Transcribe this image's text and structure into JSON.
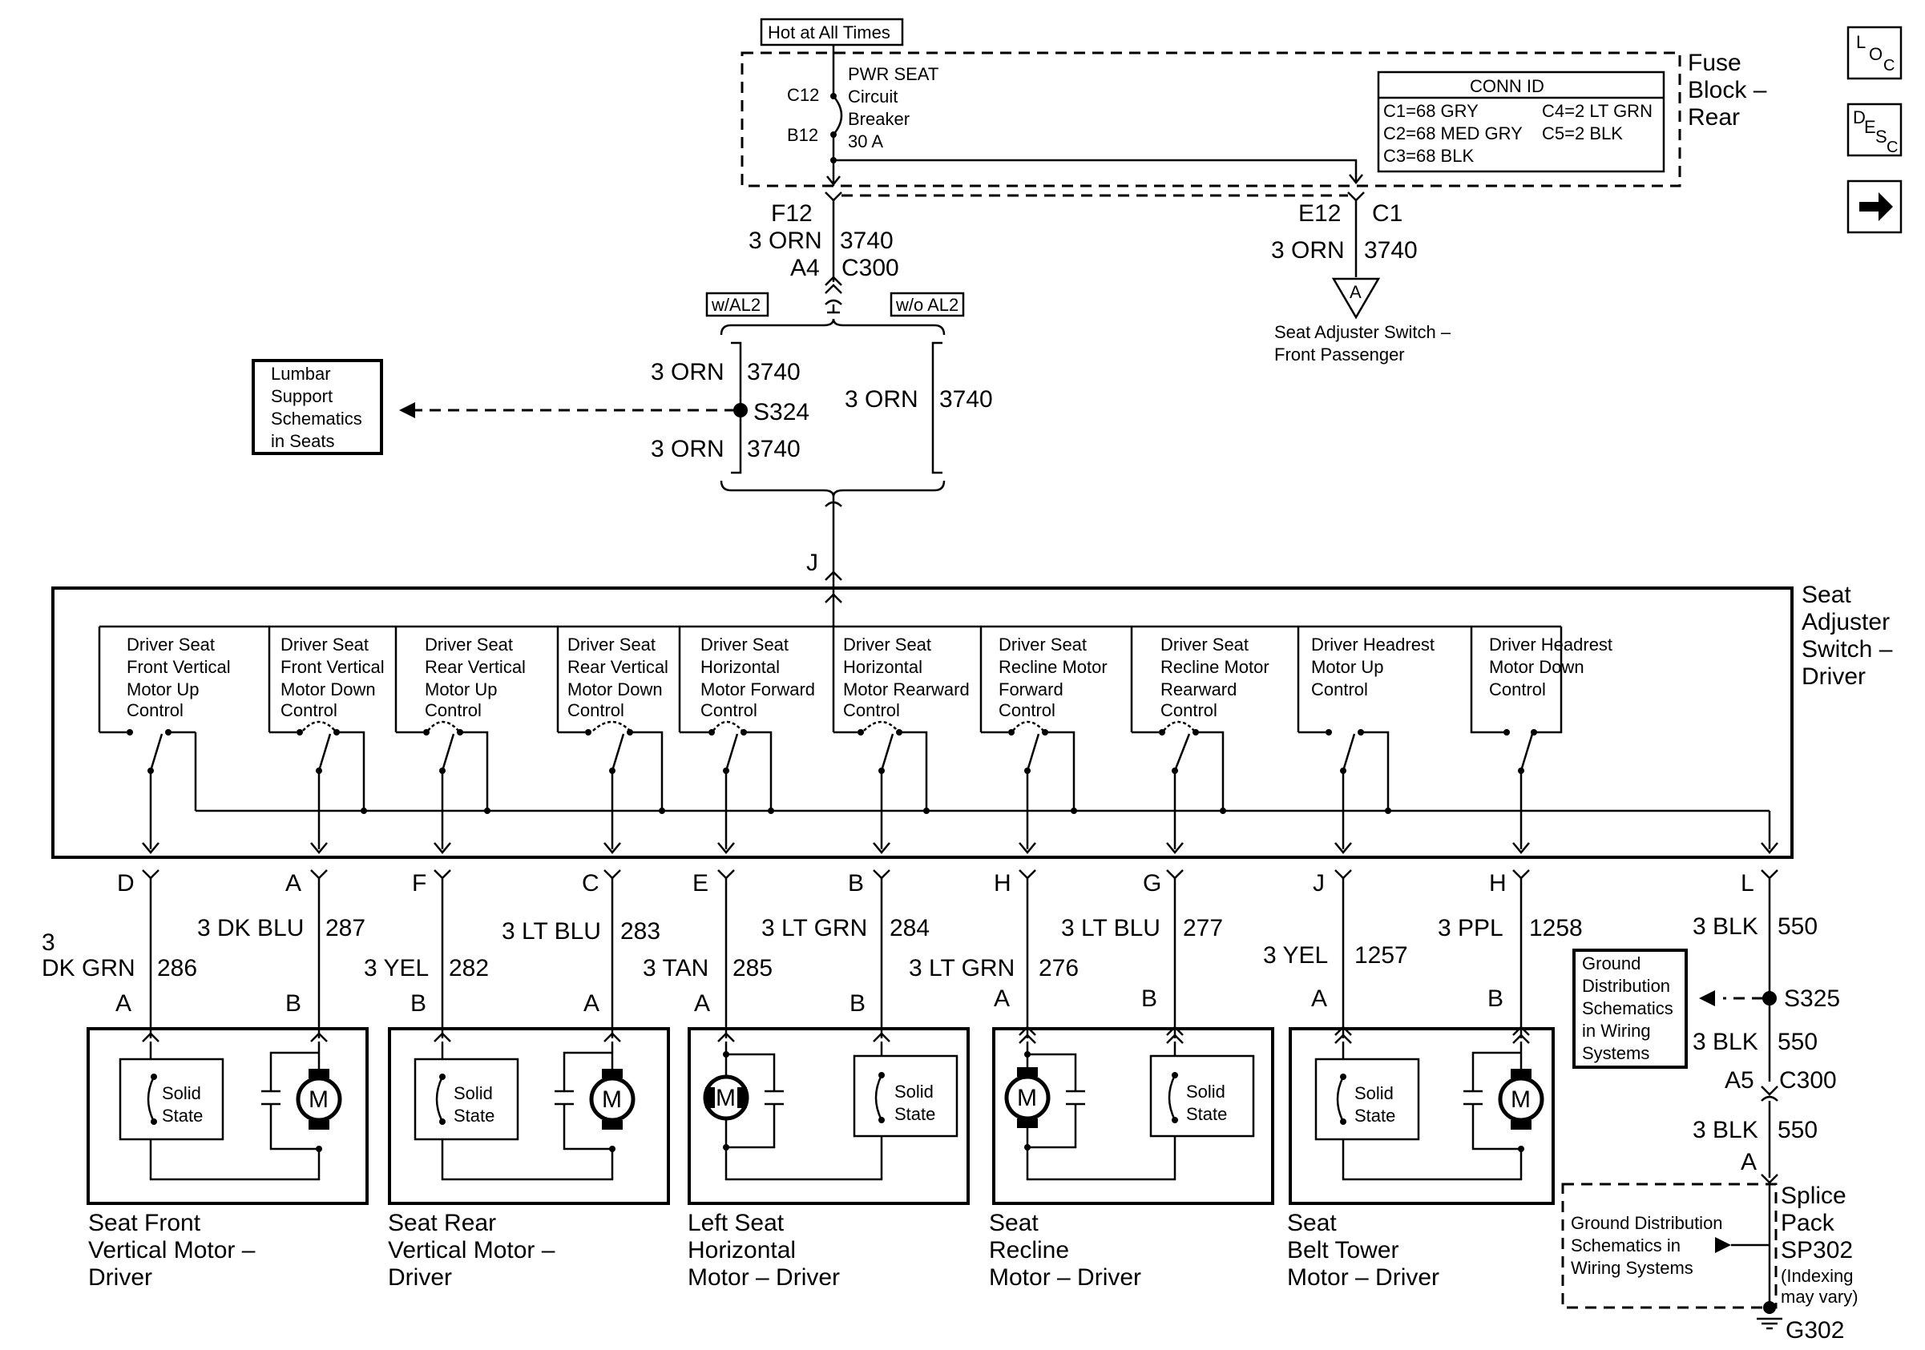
{
  "header": {
    "hot_label": "Hot at All Times",
    "fuse_block": [
      "Fuse",
      "Block –",
      "Rear"
    ],
    "breaker": [
      "PWR SEAT",
      "Circuit",
      "Breaker",
      "30 A"
    ],
    "breaker_pin_top": "C12",
    "breaker_pin_bottom": "B12",
    "conn_id": {
      "title": "CONN ID",
      "rows": [
        "C1=68 GRY",
        "C2=68 MED GRY",
        "C3=68 BLK"
      ],
      "rows_right": [
        "C4=2 LT GRN",
        "C5=2 BLK"
      ]
    }
  },
  "nav_icons": [
    "loc-icon",
    "desc-icon",
    "arrow-right-icon"
  ],
  "feed": {
    "left_pin": "F12",
    "left_wire": "3 ORN",
    "left_circuit": "3740",
    "c300_pin": "A4",
    "c300": "C300",
    "right_pin": "E12",
    "right_conn": "C1",
    "right_wire": "3 ORN",
    "right_circuit": "3740",
    "triangle_label": "A",
    "passenger_switch": [
      "Seat Adjuster Switch –",
      "Front Passenger"
    ],
    "option_with": "w/AL2",
    "option_without": "w/o AL2",
    "splice_top_wire": "3 ORN",
    "splice_top_circuit": "3740",
    "splice": "S324",
    "splice_bottom_wire": "3 ORN",
    "splice_bottom_circuit": "3740",
    "alt_wire": "3 ORN",
    "alt_circuit": "3740",
    "lumbar": [
      "Lumbar",
      "Support",
      "Schematics",
      "in Seats"
    ],
    "switch_pin": "J"
  },
  "switch_module": {
    "label": [
      "Seat",
      "Adjuster",
      "Switch –",
      "Driver"
    ],
    "switches": [
      [
        "Driver Seat",
        "Front Vertical",
        "Motor Up",
        "Control"
      ],
      [
        "Driver Seat",
        "Front Vertical",
        "Motor Down",
        "Control"
      ],
      [
        "Driver Seat",
        "Rear Vertical",
        "Motor Up",
        "Control"
      ],
      [
        "Driver Seat",
        "Rear Vertical",
        "Motor Down",
        "Control"
      ],
      [
        "Driver Seat",
        "Horizontal",
        "Motor Forward",
        "Control"
      ],
      [
        "Driver Seat",
        "Horizontal",
        "Motor Rearward",
        "Control"
      ],
      [
        "Driver Seat",
        "Recline Motor",
        "Forward",
        "Control"
      ],
      [
        "Driver Seat",
        "Recline Motor",
        "Rearward",
        "Control"
      ],
      [
        "Driver Headrest",
        "Motor Up",
        "Control"
      ],
      [
        "Driver Headrest",
        "Motor Down",
        "Control"
      ]
    ]
  },
  "outputs": [
    {
      "pin": "D",
      "wire": [
        "3",
        "DK GRN"
      ],
      "circuit": "286",
      "motor_pin": "A"
    },
    {
      "pin": "A",
      "wire": [
        "3 DK BLU"
      ],
      "circuit": "287",
      "motor_pin": "B"
    },
    {
      "pin": "F",
      "wire": [
        "3 YEL"
      ],
      "circuit": "282",
      "motor_pin": "B"
    },
    {
      "pin": "C",
      "wire": [
        "3 LT BLU"
      ],
      "circuit": "283",
      "motor_pin": "A"
    },
    {
      "pin": "E",
      "wire": [
        "3 TAN"
      ],
      "circuit": "285",
      "motor_pin": "A"
    },
    {
      "pin": "B",
      "wire": [
        "3 LT GRN"
      ],
      "circuit": "284",
      "motor_pin": "B"
    },
    {
      "pin": "H",
      "wire": [
        "3 LT GRN"
      ],
      "circuit": "276",
      "motor_pin": "A"
    },
    {
      "pin": "G",
      "wire": [
        "3 LT BLU"
      ],
      "circuit": "277",
      "motor_pin": "B"
    },
    {
      "pin": "J",
      "wire": [
        "3 YEL"
      ],
      "circuit": "1257",
      "motor_pin": "A"
    },
    {
      "pin": "H",
      "wire": [
        "3 PPL"
      ],
      "circuit": "1258",
      "motor_pin": "B"
    }
  ],
  "motors": [
    {
      "name": [
        "Seat Front",
        "Vertical Motor –",
        "Driver"
      ]
    },
    {
      "name": [
        "Seat Rear",
        "Vertical Motor –",
        "Driver"
      ]
    },
    {
      "name": [
        "Left Seat",
        "Horizontal",
        "Motor – Driver"
      ]
    },
    {
      "name": [
        "Seat",
        "Recline",
        "Motor – Driver"
      ]
    },
    {
      "name": [
        "Seat",
        "Belt Tower",
        "Motor – Driver"
      ]
    }
  ],
  "motor_symbol": "M",
  "solid_state": [
    "Solid",
    "State"
  ],
  "ground": {
    "pin": "L",
    "wire1": "3 BLK",
    "circuit1": "550",
    "splice": "S325",
    "wire2": "3 BLK",
    "circuit2": "550",
    "c300_pin": "A5",
    "c300": "C300",
    "wire3": "3 BLK",
    "circuit3": "550",
    "pack_pin": "A",
    "ground_dist": [
      "Ground",
      "Distribution",
      "Schematics",
      "in Wiring",
      "Systems"
    ],
    "ground_dist2": [
      "Ground Distribution",
      "Schematics in",
      "Wiring Systems"
    ],
    "splice_pack": [
      "Splice",
      "Pack",
      "SP302",
      "(Indexing",
      "may vary)"
    ],
    "ground_id": "G302"
  }
}
